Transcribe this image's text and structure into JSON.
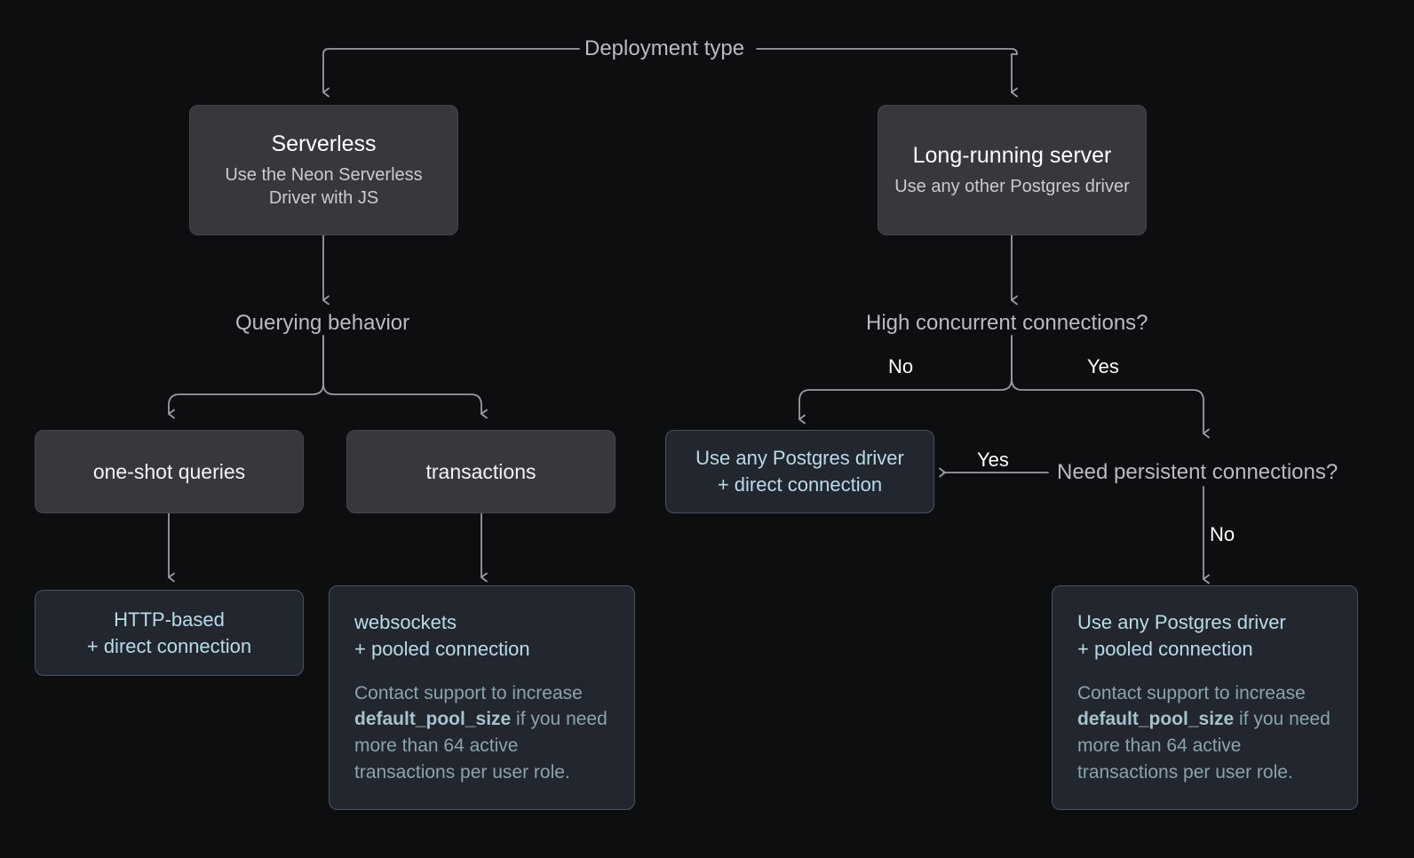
{
  "diagram": {
    "root_label": "Deployment type",
    "nodes": {
      "serverless": {
        "title": "Serverless",
        "subtitle": "Use the Neon Serverless Driver with JS"
      },
      "long_running": {
        "title": "Long-running server",
        "subtitle": "Use any other Postgres driver"
      },
      "querying_behavior": "Querying behavior",
      "high_concurrent": "High concurrent connections?",
      "one_shot": "one-shot queries",
      "transactions": "transactions",
      "need_persistent": "Need persistent connections?",
      "http_direct": {
        "line1": "HTTP-based",
        "line2": "+ direct connection"
      },
      "driver_direct": {
        "line1": "Use any Postgres driver",
        "line2": "+ direct connection"
      },
      "websockets_pooled": {
        "line1": "websockets",
        "line2": "+ pooled connection",
        "note_before": "Contact support to increase ",
        "note_code": "default_pool_size",
        "note_after": " if you need more than 64 active transactions per user role."
      },
      "driver_pooled": {
        "line1": "Use any Postgres driver",
        "line2": "+ pooled connection",
        "note_before": "Contact support to increase ",
        "note_code": "default_pool_size",
        "note_after": " if you need more than 64 active transactions per user role."
      }
    },
    "edge_labels": {
      "concurrent_no": "No",
      "concurrent_yes": "Yes",
      "persistent_yes": "Yes",
      "persistent_no": "No"
    },
    "colors": {
      "background": "#0d0e0f",
      "edge": "#9a9ca1",
      "node_neutral_fill": "#37383d",
      "node_accent_fill": "#22262f",
      "node_accent_border": "#4a5261",
      "accent_text": "#b9dbe8",
      "muted_text": "#8ba3ad",
      "label_text": "#b9bbc0"
    }
  }
}
